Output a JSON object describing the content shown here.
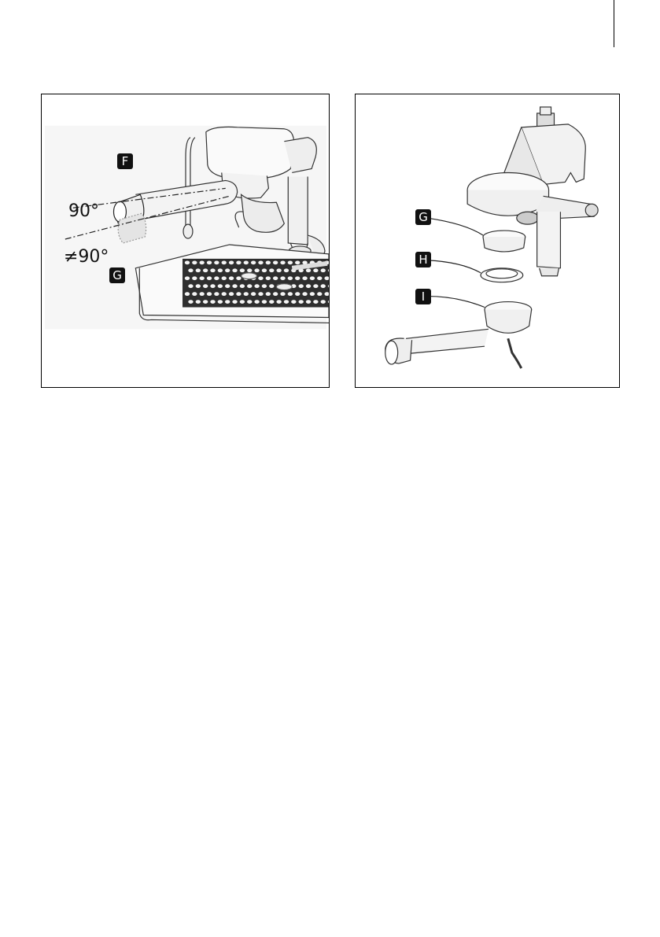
{
  "figure_left": {
    "callouts": {
      "f": "F",
      "g": "G"
    },
    "angles": {
      "correct": "90°",
      "incorrect": "≠90°"
    }
  },
  "figure_right": {
    "callouts": {
      "g": "G",
      "h": "H",
      "i": "I"
    }
  }
}
